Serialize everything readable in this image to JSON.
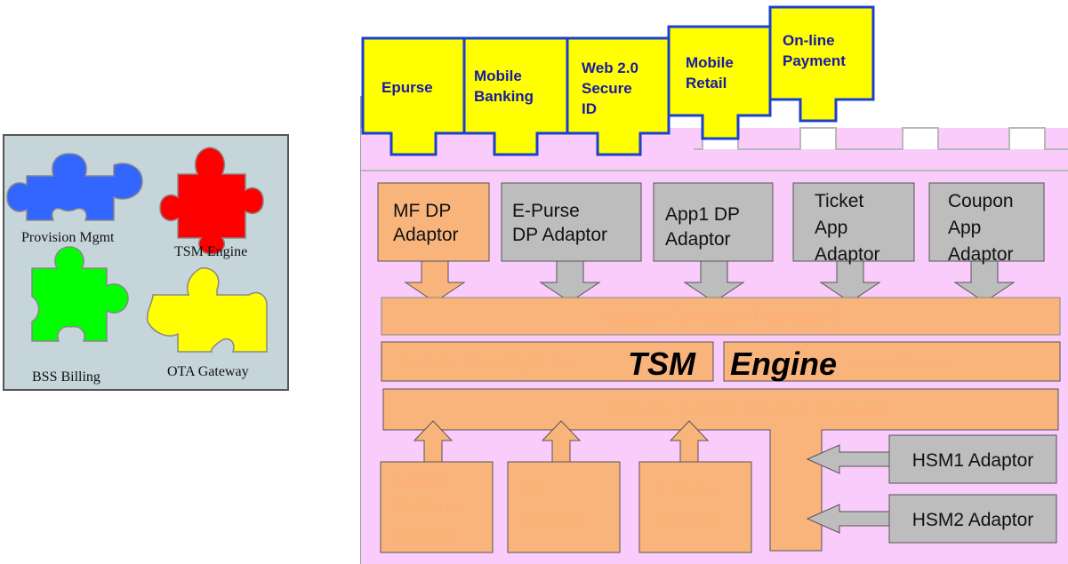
{
  "colors": {
    "pink_bg": "#f9ccfb",
    "orange": "#f9b47c",
    "gray": "#bdbdbd",
    "yellow": "#ffff00",
    "blue_text": "#1a1aa6",
    "puzzle_bg": "#c6d5da",
    "puzzle_blue": "#3366ff",
    "puzzle_red": "#ff0000",
    "puzzle_green": "#00ff00",
    "puzzle_yellow": "#ffff00",
    "faint_text": "#ffb070"
  },
  "legend": {
    "provision": "Provision Mgmt",
    "tsm": "TSM Engine",
    "bss": "BSS Billing",
    "ota": "OTA Gateway"
  },
  "apps": {
    "epurse": "Epurse",
    "mobile_banking": [
      "Mobile",
      "Banking"
    ],
    "web_secure_id": [
      "Web 2.0",
      "Secure",
      "ID"
    ],
    "mobile_retail": [
      "Mobile",
      "Retail"
    ],
    "online_payment": [
      "On-line",
      "Payment"
    ]
  },
  "adaptors": {
    "mf_dp": [
      "MF DP",
      "Adaptor"
    ],
    "epurse_dp": [
      "E-Purse",
      "DP Adaptor"
    ],
    "app1_dp": [
      "App1 DP",
      "Adaptor"
    ],
    "ticket": [
      "Ticket",
      "App",
      "Adaptor"
    ],
    "coupon": [
      "Coupon",
      "App",
      "Adaptor"
    ]
  },
  "framework": "Adaptor Connector Framework",
  "remote_card": "Remote Card Mgmt Se",
  "delivery": "livery Service",
  "tsm_engine": {
    "tsm": "TSM",
    "engine": "Engine"
  },
  "security_manager": "Security Service Provider Manager",
  "security_modules": {
    "global_platform": [
      "Global",
      "Platform",
      "Security"
    ],
    "mf": [
      "MF",
      "Security"
    ],
    "epurse": [
      "E-Purse",
      "Security"
    ]
  },
  "hsm": {
    "hsm1": "HSM1 Adaptor",
    "hsm2": "HSM2 Adaptor"
  }
}
